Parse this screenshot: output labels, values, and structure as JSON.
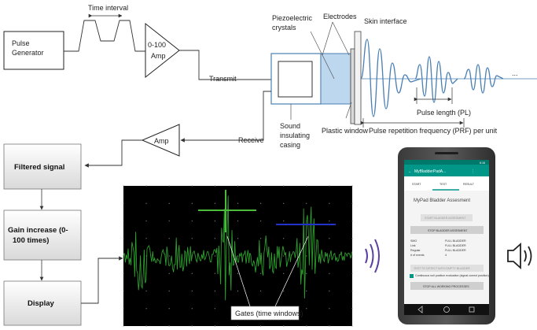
{
  "pulse_generator": "Pulse Generator",
  "time_interval": "Time interval",
  "amp_top": "0-100 Amp",
  "transmit": "Transmit",
  "receive": "Receive",
  "amp_receive": "Amp",
  "piezo": "Piezoelectric crystals",
  "electrodes": "Electrodes",
  "skin_interface": "Skin interface",
  "sound_casing": "Sound insulating casing",
  "plastic_window": "Plastic window",
  "pulse_length": "Pulse length (PL)",
  "prf": "Pulse repetition frequency (PRF) per unit",
  "ellipsis": "...",
  "flow": {
    "filtered": "Filtered signal",
    "gain": "Gain increase (0-100 times)",
    "display": "Display"
  },
  "gates": "Gates (time windows)",
  "phone": {
    "app_title": "MyBladderPadA...",
    "status_time": "6:16",
    "tabs": [
      "START",
      "TEST",
      "RESULT"
    ],
    "heading": "MyPad Bladder Assesment",
    "btn_start": "START BLADDER ASSESMENT",
    "btn_stop": "STOP BLADDER ASSESMENT",
    "rows": [
      {
        "label": "SMG",
        "value": "FULL BLADDER"
      },
      {
        "label": "Link",
        "value": "FULL BLADDER"
      },
      {
        "label": "Regular",
        "value": "FULL BLADDER"
      },
      {
        "label": "# of events",
        "value": "4"
      }
    ],
    "btn_test": "TEST TO DETECT WITH EMPTY BLADDER",
    "checkbox_label": "Continuous null position evaluation (signal correct position)",
    "btn_stop_all": "STOP ALL WORKING PROCESSES"
  },
  "colors": {
    "wave": "#4a7fb5",
    "crystal": "#bdd7ee",
    "scope_bg": "#000000",
    "scope_trace": "#2e9e2e",
    "gate_green": "#4cbb3a",
    "gate_blue": "#2233cc",
    "accent": "#009688"
  },
  "icons": [
    "vibration-icon",
    "speaker-icon"
  ]
}
